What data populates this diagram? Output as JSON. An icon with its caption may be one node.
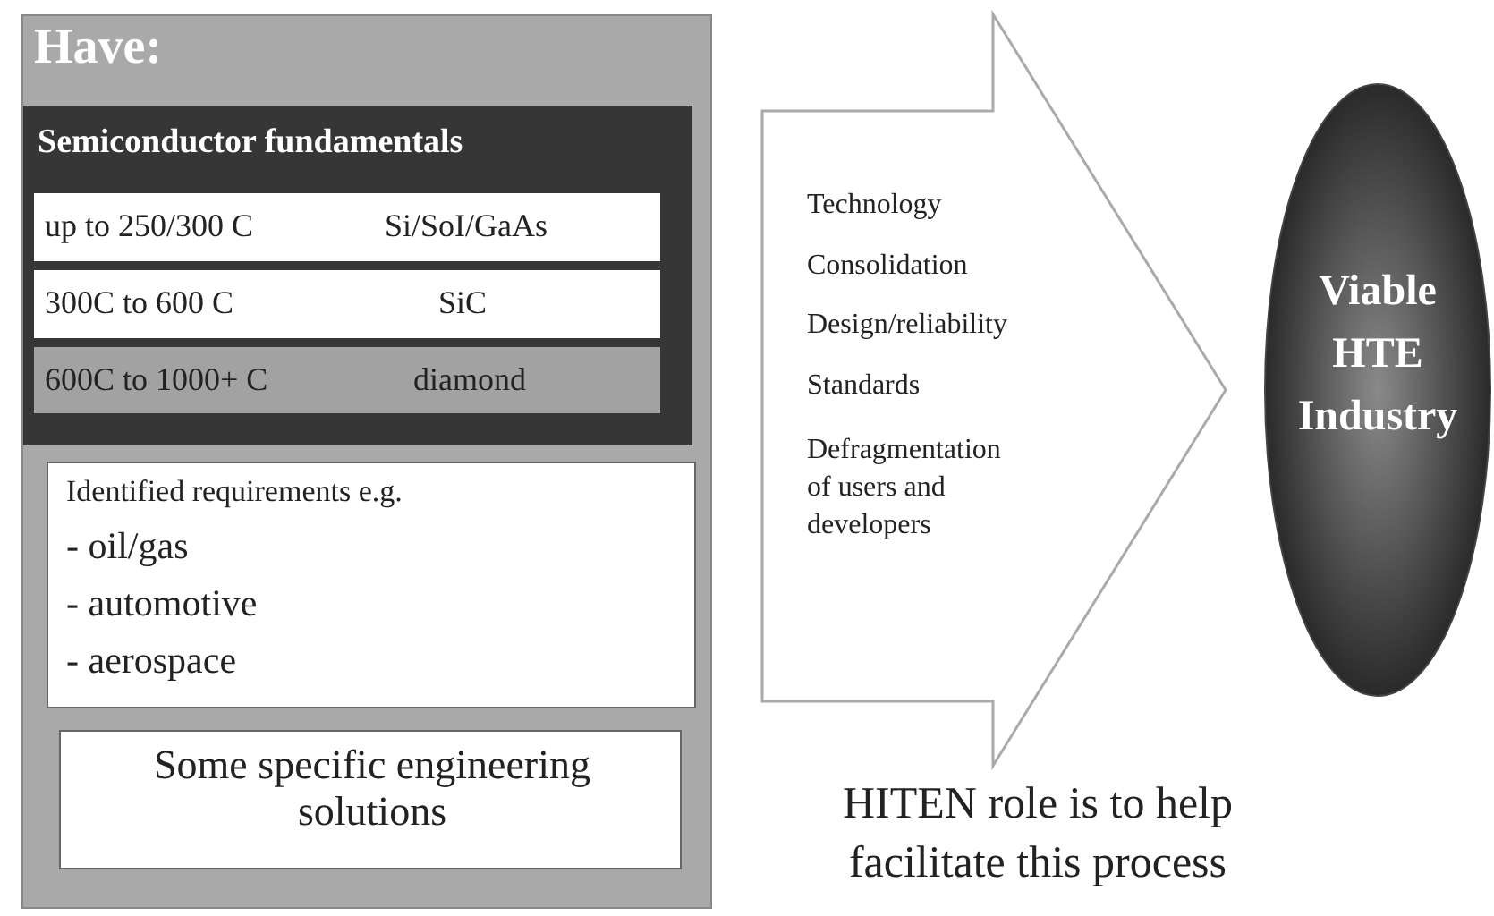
{
  "diagram": {
    "nodes": [
      {
        "text": [
          "Have:"
        ]
      },
      {
        "text": [
          "Semiconductor fundamentals"
        ],
        "in": 0
      },
      {
        "text": [
          "up to 250/300 C",
          "Si/SoI/GaAs"
        ],
        "in": 1
      },
      {
        "text": [
          "300C to 600 C",
          "SiC"
        ],
        "in": 1
      },
      {
        "text": [
          "600C to 1000+ C",
          "diamond"
        ],
        "in": 1
      },
      {
        "text": [
          "Identified requirements e.g.",
          "- oil/gas",
          "- automotive",
          "- aerospace"
        ],
        "in": 0
      },
      {
        "text": [
          "Some specific engineering solutions"
        ],
        "in": 0
      },
      {
        "text": [
          "Technology",
          "Consolidation",
          "Design/reliability",
          "Standards",
          "Defragmentation of users and developers"
        ]
      },
      {
        "text": [
          "Viable HTE Industry"
        ]
      }
    ],
    "labels": [
      "HITEN role is to help facilitate this process"
    ]
  }
}
